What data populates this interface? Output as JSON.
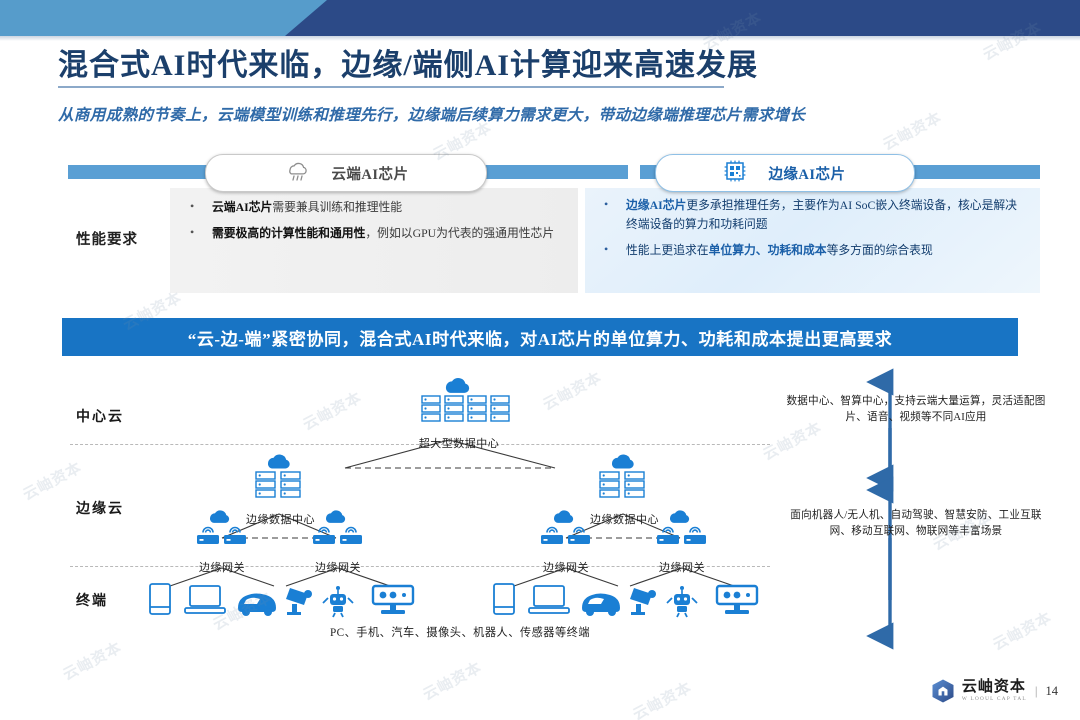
{
  "header": {
    "title": "混合式AI时代来临，边缘/端侧AI计算迎来高速发展",
    "subtitle": "从商用成熟的节奏上，云端模型训练和推理先行，边缘端后续算力需求更大，带动边缘端推理芯片需求增长"
  },
  "comparison": {
    "row_label": "性能要求",
    "cloud": {
      "chip_label": "云端AI芯片",
      "icon": "cloud-chip-icon",
      "bullets": [
        {
          "strong": "云端AI芯片",
          "rest": "需要兼具训练和推理性能"
        },
        {
          "strong": "需要极高的计算性能和通用性",
          "rest": "，例如以GPU为代表的强通用性芯片"
        }
      ]
    },
    "edge": {
      "chip_label": "边缘AI芯片",
      "icon": "chip-qr-icon",
      "bullets": [
        {
          "strong": "边缘AI芯片",
          "rest": "更多承担推理任务，主要作为AI SoC嵌入终端设备，核心是解决终端设备的算力和功耗问题"
        },
        {
          "pre": "性能上更追求在",
          "strong": "单位算力、功耗和成本",
          "rest": "等多方面的综合表现"
        }
      ]
    }
  },
  "statement": "“云-边-端”紧密协同，混合式AI时代来临，对AI芯片的单位算力、功耗和成本提出更高要求",
  "diagram": {
    "layers": [
      {
        "label": "中心云"
      },
      {
        "label": "边缘云"
      },
      {
        "label": "终端"
      }
    ],
    "center_node": {
      "caption": "超大型数据中心",
      "icon": "datacenter-icon"
    },
    "edge_datacenters": [
      {
        "caption": "边缘数据中心",
        "icon": "edge-datacenter-icon"
      },
      {
        "caption": "边缘数据中心",
        "icon": "edge-datacenter-icon"
      }
    ],
    "gateways": [
      {
        "caption": "边缘网关",
        "icon": "gateway-icon"
      },
      {
        "caption": "边缘网关",
        "icon": "gateway-icon"
      },
      {
        "caption": "边缘网关",
        "icon": "gateway-icon"
      },
      {
        "caption": "边缘网关",
        "icon": "gateway-icon"
      }
    ],
    "terminal_caption": "PC、手机、汽车、摄像头、机器人、传感器等终端",
    "terminal_icons": [
      "phone-icon",
      "laptop-icon",
      "car-icon",
      "camera-icon",
      "robot-icon",
      "sensor-icon"
    ],
    "annotations": [
      "数据中心、智算中心，支持云端大量运算，灵活适配图片、语音、视频等不同AI应用",
      "面向机器人/无人机、自动驾驶、智慧安防、工业互联网、移动互联网、物联网等丰富场景"
    ]
  },
  "footer": {
    "logo_cn": "云岫资本",
    "logo_en": "W LOOUL CAP TAL",
    "separator": "|",
    "page": "14"
  },
  "watermark": "云岫资本",
  "colors": {
    "banner_light": "#569ccb",
    "banner_dark": "#2c4a87",
    "title": "#1b3f6b",
    "subtitle": "#2f6aa8",
    "statement_bg": "#1874c4",
    "accent_blue": "#1a7fd4",
    "icon_blue": "#1a7fd4"
  }
}
